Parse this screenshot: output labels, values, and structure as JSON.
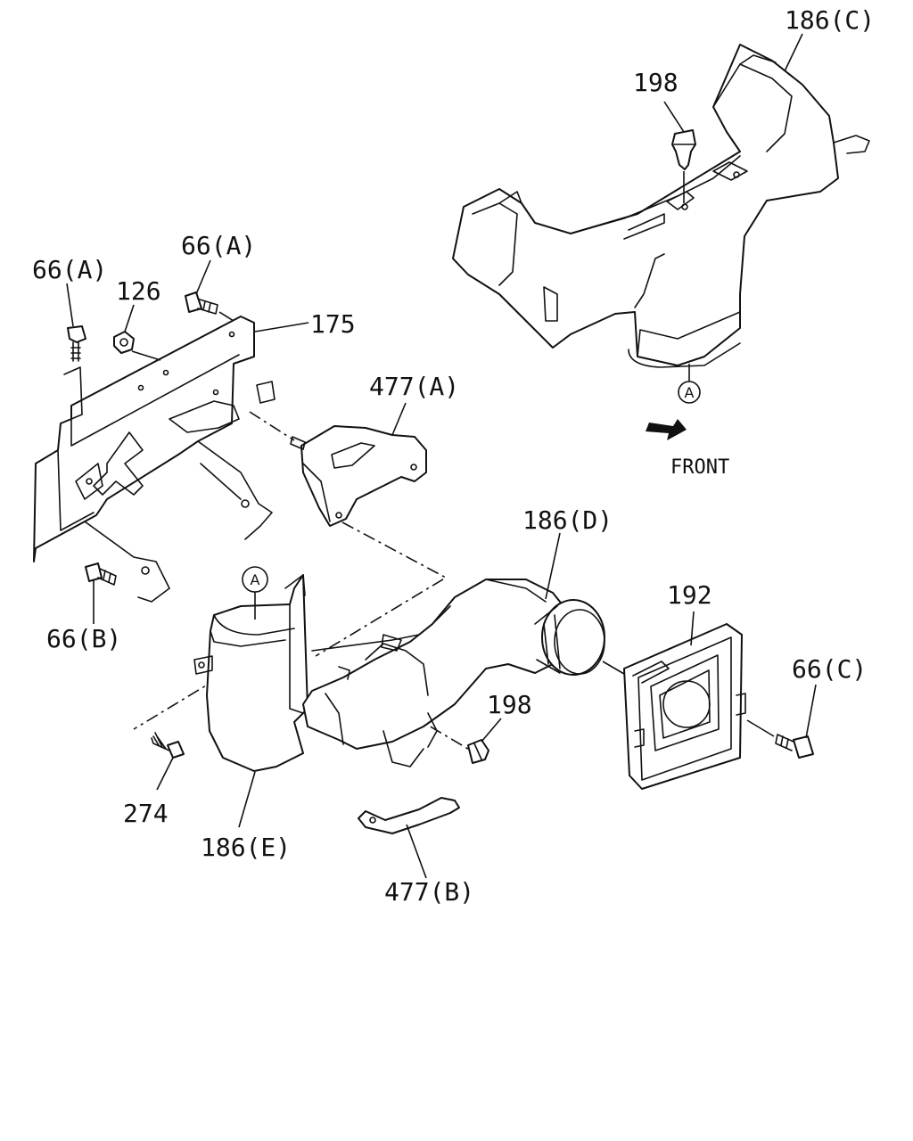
{
  "labels": {
    "p186c": "186(C)",
    "p198_top": "198",
    "p66a_left": "66(A)",
    "p66a_right": "66(A)",
    "p126": "126",
    "p175": "175",
    "p477a": "477(A)",
    "p186d": "186(D)",
    "p192": "192",
    "p66c": "66(C)",
    "p66b": "66(B)",
    "p198_mid": "198",
    "p274": "274",
    "p186e": "186(E)",
    "p477b": "477(B)",
    "front": "FRONT",
    "ref_a_top": "A",
    "ref_a_mid": "A"
  }
}
